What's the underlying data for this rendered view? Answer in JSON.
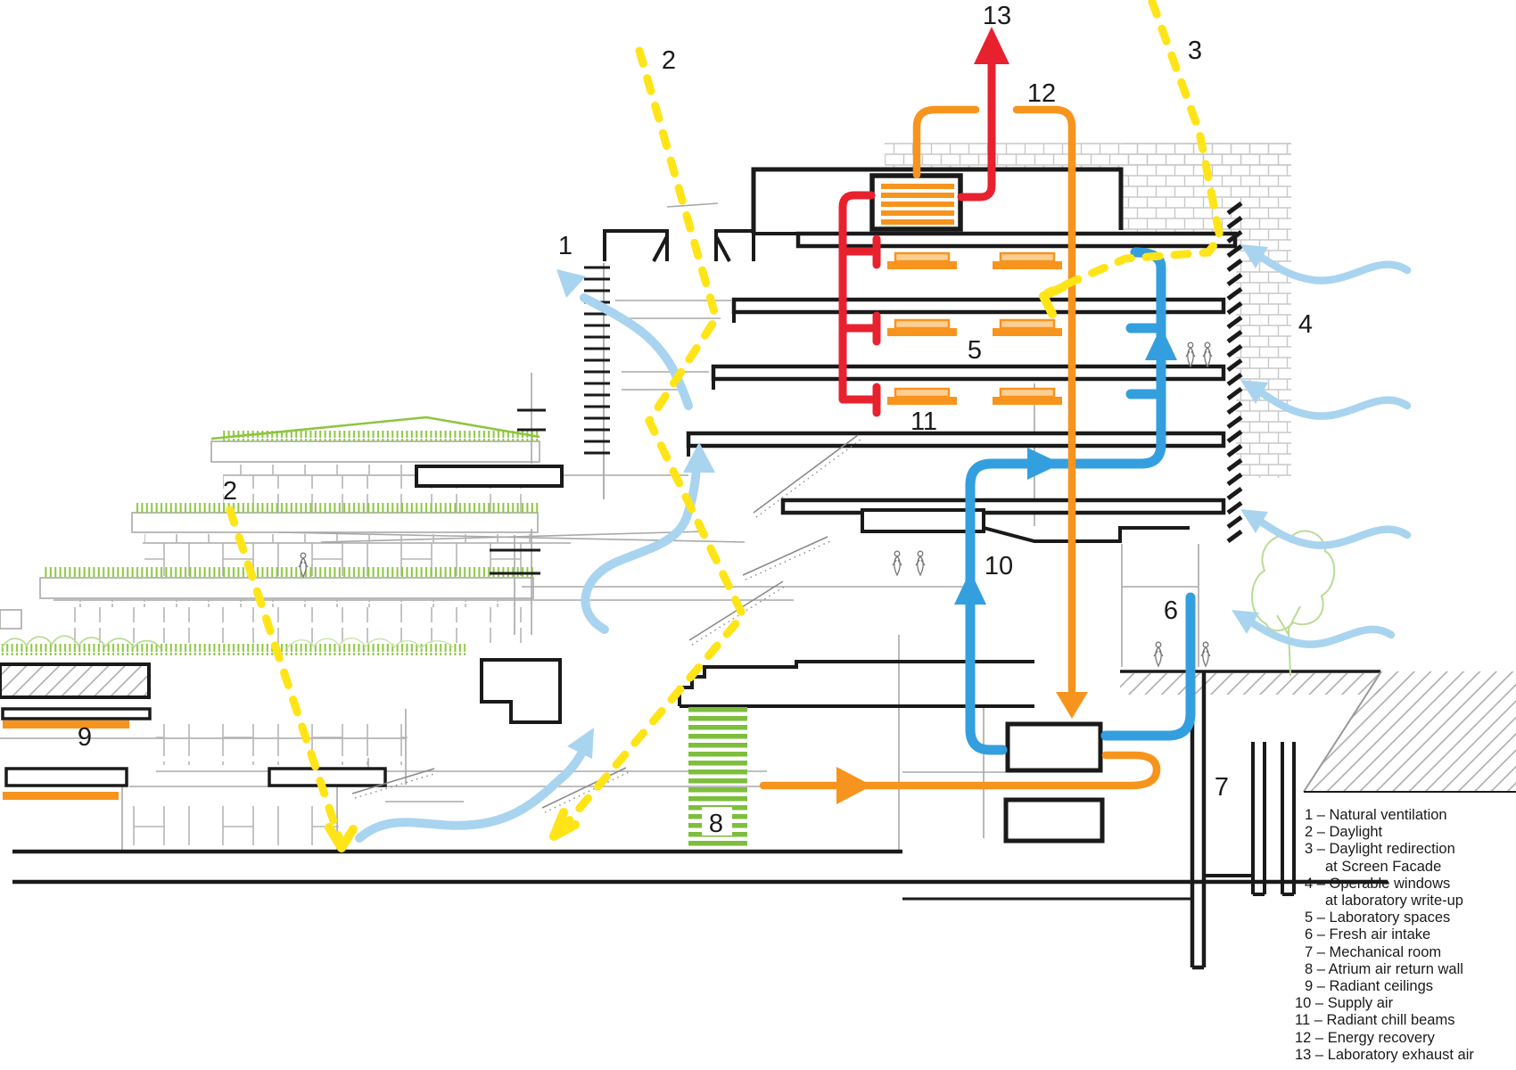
{
  "diagram": {
    "title": "Building section environmental systems diagram",
    "labels": [
      {
        "id": "label-13",
        "text": "13"
      },
      {
        "id": "label-12",
        "text": "12"
      },
      {
        "id": "label-3",
        "text": "3"
      },
      {
        "id": "label-2-top",
        "text": "2"
      },
      {
        "id": "label-1",
        "text": "1"
      },
      {
        "id": "label-4",
        "text": "4"
      },
      {
        "id": "label-5",
        "text": "5"
      },
      {
        "id": "label-11",
        "text": "11"
      },
      {
        "id": "label-2-left",
        "text": "2"
      },
      {
        "id": "label-10",
        "text": "10"
      },
      {
        "id": "label-6",
        "text": "6"
      },
      {
        "id": "label-9",
        "text": "9"
      },
      {
        "id": "label-8",
        "text": "8"
      },
      {
        "id": "label-7",
        "text": "7"
      }
    ],
    "legend": {
      "entries": [
        {
          "l1": "1 – Natural ventilation"
        },
        {
          "l1": "2 – Daylight"
        },
        {
          "l1": "3 – Daylight redirection",
          "l2": "at Screen Facade"
        },
        {
          "l1": "4 – Operable windows",
          "l2": "at laboratory write-up"
        },
        {
          "l1": "5 – Laboratory spaces"
        },
        {
          "l1": "6 – Fresh air intake"
        },
        {
          "l1": "7 – Mechanical room"
        },
        {
          "l1": "8 – Atrium air return wall"
        },
        {
          "l1": "9 – Radiant ceilings"
        },
        {
          "l1": "10 – Supply air"
        },
        {
          "l1": "11 – Radiant chill beams"
        },
        {
          "l1": "12 – Energy recovery"
        },
        {
          "l1": "13 – Laboratory exhaust air"
        }
      ]
    },
    "colors": {
      "exhaust_red": "#e8212f",
      "orange": "#F7941E",
      "pale_orange": "#FBCE93",
      "supply_blue": "#349fdf",
      "light_blue": "#a9d4f0",
      "daylight_yellow": "#FFE417",
      "green": "#8CC63E",
      "pale_green": "#b9dc96",
      "grey_line": "#a8a8a8",
      "black": "#1a1a1a"
    }
  }
}
